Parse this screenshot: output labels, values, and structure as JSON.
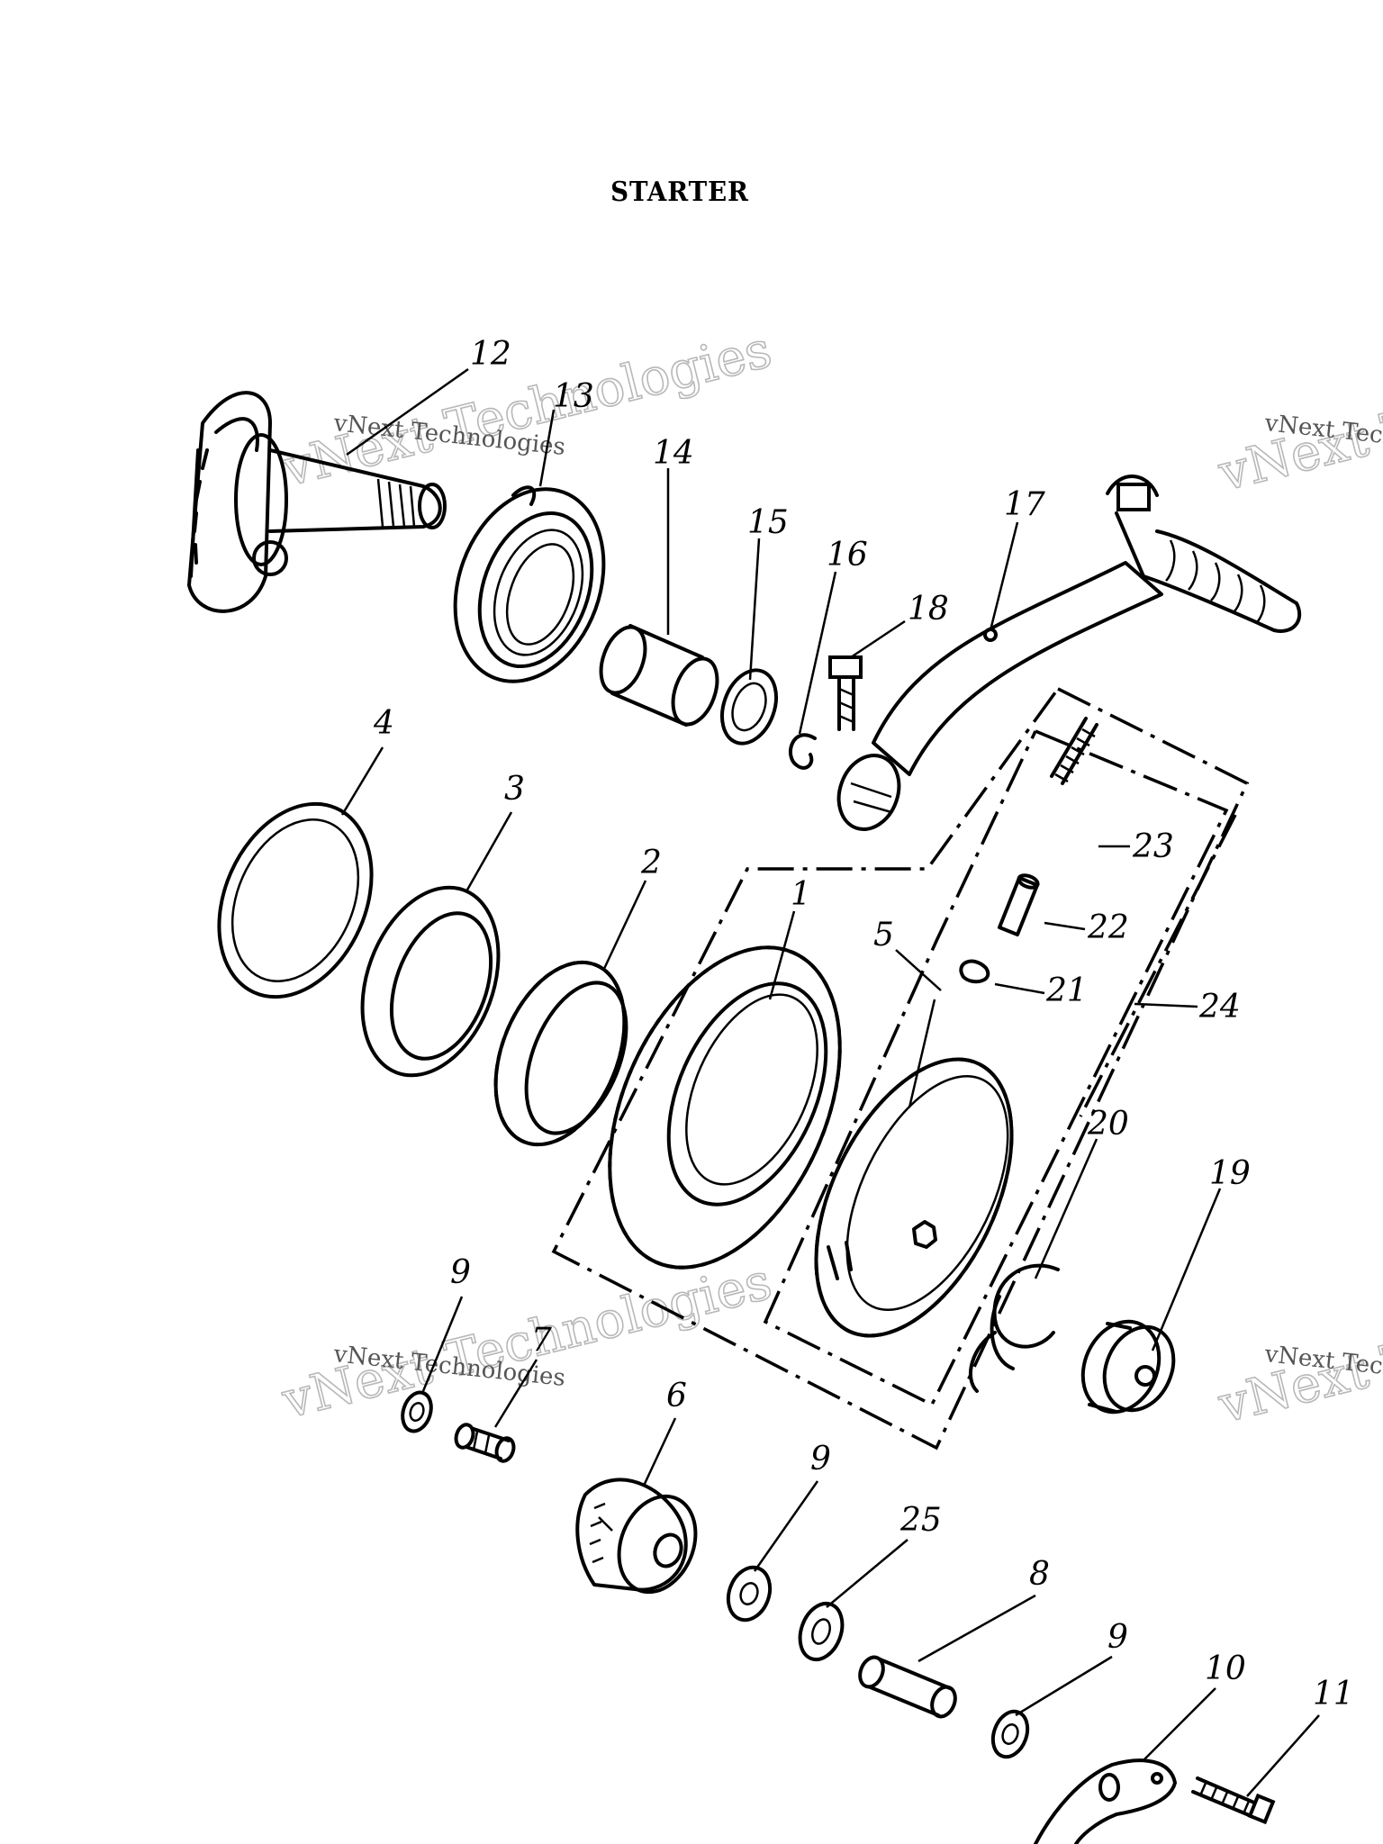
{
  "title": "STARTER",
  "watermark": {
    "big": "vNext Technologies",
    "small": "vNext Technologies"
  },
  "callouts": [
    "12",
    "13",
    "14",
    "15",
    "16",
    "17",
    "18",
    "4",
    "3",
    "2",
    "1",
    "5",
    "23",
    "22",
    "21",
    "24",
    "20",
    "19",
    "9",
    "7",
    "6",
    "9",
    "25",
    "8",
    "9",
    "10",
    "11"
  ]
}
